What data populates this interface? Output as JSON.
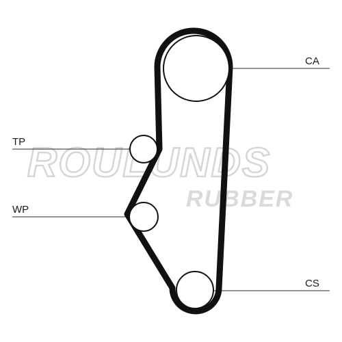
{
  "watermark": {
    "brand": "ROULUNDS",
    "sub": "RUBBER"
  },
  "labels": {
    "ca": "CA",
    "tp": "TP",
    "wp": "WP",
    "cs": "CS"
  },
  "colors": {
    "belt": "#111111",
    "watermark": "#d6d6d6",
    "line": "#2a2a2a"
  }
}
